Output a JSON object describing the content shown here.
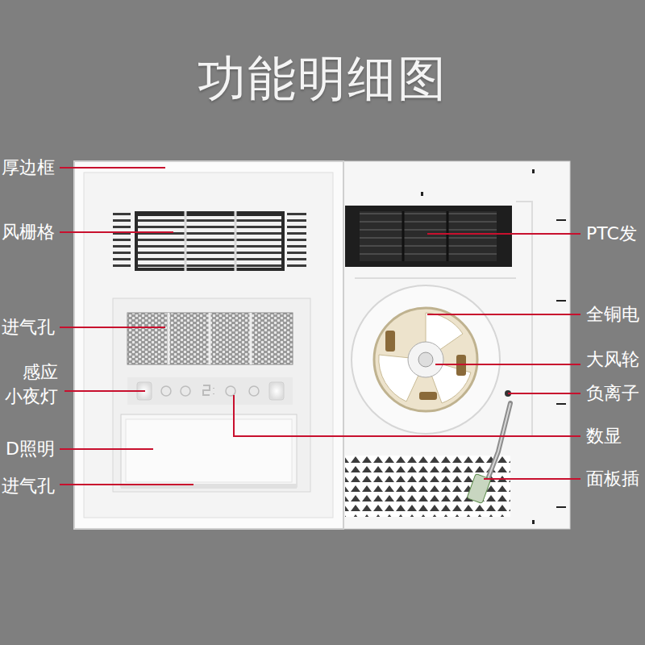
{
  "diagram": {
    "title": "功能明细图",
    "labels": [
      "厚边框",
      "风栅格",
      "进气孔",
      "感应 小夜灯",
      "D照明",
      "进气孔",
      "PTC发",
      "全铜电",
      "大风轮",
      "负离子",
      "数显",
      "面板插"
    ]
  }
}
